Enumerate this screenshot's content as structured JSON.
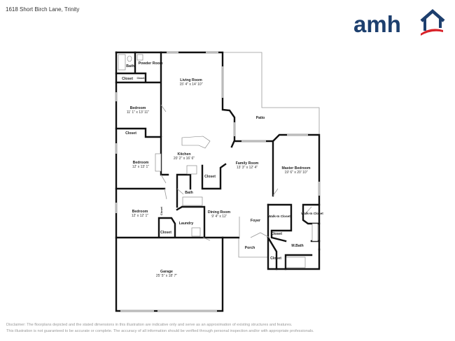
{
  "header": {
    "title": "1618 Short Birch Lane, Trinity"
  },
  "logo": {
    "text": "amh",
    "brand_color": "#1d3f6e",
    "accent_color": "#d8232a"
  },
  "rooms": {
    "bath1": {
      "name": "Bath"
    },
    "powder": {
      "name": "Powder Room"
    },
    "closet1": {
      "name": "Closet"
    },
    "closet_small": {
      "name": "Closet"
    },
    "living": {
      "name": "Living Room",
      "dims": "15' 4\" x 14' 10\""
    },
    "bedroom1": {
      "name": "Bedroom",
      "dims": "11' 1\" x 13' 11\""
    },
    "closet2": {
      "name": "Closet"
    },
    "patio": {
      "name": "Patio"
    },
    "kitchen": {
      "name": "Kitchen",
      "dims": "20' 2\" x 16' 6\""
    },
    "bedroom2": {
      "name": "Bedroom",
      "dims": "12' x 13' 1\""
    },
    "family": {
      "name": "Family Room",
      "dims": "13' 3\" x 12' 4\""
    },
    "master": {
      "name": "Master Bedroom",
      "dims": "19' 6\" x 20' 10\""
    },
    "closet3": {
      "name": "Closet"
    },
    "bath2": {
      "name": "Bath"
    },
    "bedroom3": {
      "name": "Bedroom",
      "dims": "12' x 12' 1\""
    },
    "closet4": {
      "name": "Closet"
    },
    "closet5": {
      "name": "Closet"
    },
    "laundry": {
      "name": "Laundry"
    },
    "dining": {
      "name": "Dining Room",
      "dims": "9' 4\" x 12'"
    },
    "foyer": {
      "name": "Foyer"
    },
    "wic1": {
      "name": "Walk-In Closet"
    },
    "wic2": {
      "name": "Walk-In Closet"
    },
    "closet6": {
      "name": "Closet"
    },
    "closet7": {
      "name": "Closet"
    },
    "mbath": {
      "name": "M.Bath"
    },
    "porch": {
      "name": "Porch"
    },
    "garage": {
      "name": "Garage",
      "dims": "25' 5\" x 18' 7\""
    }
  },
  "disclaimer": {
    "line1": "Disclaimer: The floorplans depicted and the stated dimensions in this illustration are indicative only and serve as an approximation of existing structures and features.",
    "line2": "This illustration is not guaranteed to be accurate or complete. The accuracy of all information should be verified through personal inspection and/or with appropriate professionals."
  }
}
